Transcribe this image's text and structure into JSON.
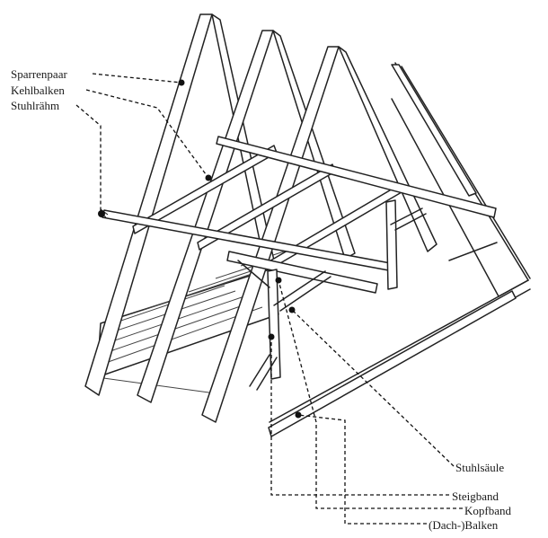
{
  "diagram": {
    "labels": {
      "sparrenpaar": "Sparrenpaar",
      "kehlbalken": "Kehlbalken",
      "stuhlrahm": "Stuhlrähm",
      "stuhlsaule": "Stuhlsäule",
      "steigband": "Steigband",
      "kopfband": "Kopfband",
      "balken": "(Dach-)Balken"
    }
  }
}
